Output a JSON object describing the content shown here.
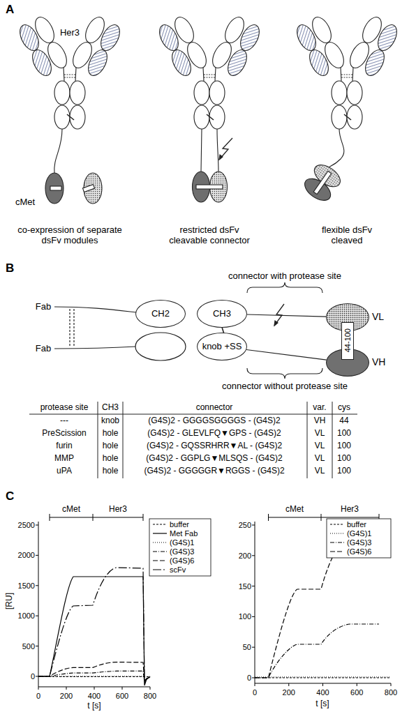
{
  "diagram": {
    "nodes": [
      {
        "text": [
          "CH2"
        ]
      },
      {
        "text": [
          "CH3"
        ]
      },
      {
        "text": [
          "knob +SS"
        ]
      },
      {
        "text": [
          "VL"
        ]
      },
      {
        "text": [
          "44-100"
        ]
      },
      {
        "text": [
          "VH"
        ]
      }
    ],
    "edges": [
      {
        "from": 1,
        "to": 3,
        "arrow": "none"
      },
      {
        "from": 2,
        "to": 5,
        "arrow": "none"
      }
    ],
    "labels": [
      "A",
      "Her3",
      "cMet",
      "co-expression of separate dsFv modules",
      "restricted dsFv cleavable connector",
      "flexible dsFv cleaved",
      "B",
      "Fab",
      "Fab",
      "connector with protease site",
      "connector without protease site",
      "protease site",
      "CH3",
      "connector",
      "var.",
      "cys",
      "---",
      "knob",
      "(G4S)2 - GGGGSGGGGS - (G4S)2",
      "VH",
      "44",
      "PreScission",
      "hole",
      "(G4S)2 - GLEVLFQ▼GPS - (G4S)2",
      "VL",
      "100",
      "furin",
      "hole",
      "(G4S)2 - GQSSRHRR▼AL - (G4S)2",
      "VL",
      "100",
      "MMP",
      "hole",
      "(G4S)2 - GGPLG▼MLSQS - (G4S)2",
      "VL",
      "100",
      "uPA",
      "hole",
      "(G4S)2 - GGGGGR▼RGGS - (G4S)2",
      "VL",
      "100",
      "C",
      "cMet",
      "Her3",
      "2500",
      "2000",
      "1500",
      "1000",
      "500",
      "0",
      "[RU]",
      "0",
      "200",
      "400",
      "600",
      "800",
      "t [s]",
      "cMet",
      "Her3",
      "250",
      "200",
      "150",
      "100",
      "50",
      "0",
      "0",
      "200",
      "400",
      "600",
      "800",
      "t [s]"
    ],
    "legend": [
      {
        "text": "buffer"
      },
      {
        "text": "Met Fab"
      },
      {
        "text": "(G4S)1"
      },
      {
        "text": "(G4S)3"
      },
      {
        "text": "(G4S)6"
      },
      {
        "text": "scFv"
      },
      {
        "text": "buffer"
      },
      {
        "text": "(G4S)1"
      },
      {
        "text": "(G4S)3"
      },
      {
        "text": "(G4S)6"
      }
    ]
  }
}
